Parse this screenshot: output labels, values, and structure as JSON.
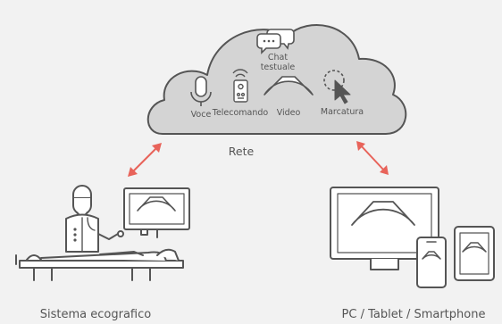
{
  "cloud": {
    "chat_line1": "Chat",
    "chat_line2": "testuale",
    "voice": "Voce",
    "remote": "Telecomando",
    "video": "Video",
    "marking": "Marcatura"
  },
  "network_label": "Rete",
  "left_label": "Sistema ecografico",
  "right_label": "PC / Tablet / Smartphone",
  "colors": {
    "background": "#f2f2f2",
    "cloud_fill": "#d4d4d4",
    "line": "#555555",
    "arrow": "#e8635a",
    "screen_fill": "#ffffff"
  }
}
